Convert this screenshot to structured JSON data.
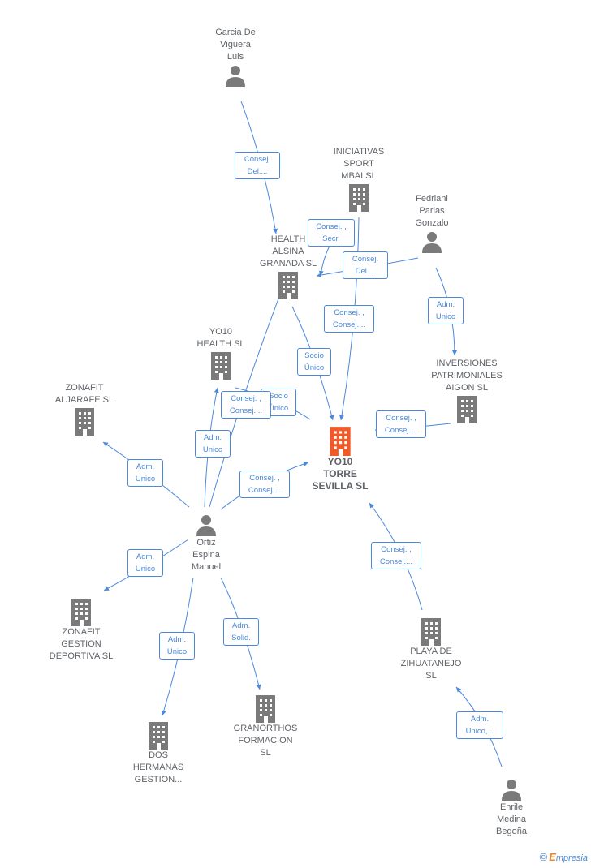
{
  "nodes": {
    "garcia": {
      "label": "Garcia De\nViguera\nLuis",
      "kind": "person"
    },
    "iniciativas": {
      "label": "INICIATIVAS\nSPORT\nMBAI SL",
      "kind": "company"
    },
    "fedriani": {
      "label": "Fedriani\nParias\nGonzalo",
      "kind": "person"
    },
    "health_alsina": {
      "label": "HEALTH\nALSINA\nGRANADA SL",
      "kind": "company"
    },
    "yo10_health": {
      "label": "YO10\nHEALTH SL",
      "kind": "company"
    },
    "zonafit_aljarafe": {
      "label": "ZONAFIT\nALJARAFE SL",
      "kind": "company"
    },
    "inversiones": {
      "label": "INVERSIONES\nPATRIMONIALES\nAIGON SL",
      "kind": "company"
    },
    "yo10_torre": {
      "label": "YO10\nTORRE\nSEVILLA SL",
      "kind": "main"
    },
    "ortiz": {
      "label": "Ortiz\nEspina\nManuel",
      "kind": "person"
    },
    "zonafit_gestion": {
      "label": "ZONAFIT\nGESTION\nDEPORTIVA SL",
      "kind": "company"
    },
    "dos_hermanas": {
      "label": "DOS\nHERMANAS\nGESTION...",
      "kind": "company"
    },
    "granorthos": {
      "label": "GRANORTHOS\nFORMACION\nSL",
      "kind": "company"
    },
    "playa": {
      "label": "PLAYA DE\nZIHUATANEJO\nSL",
      "kind": "company"
    },
    "enrile": {
      "label": "Enrile\nMedina\nBegoña",
      "kind": "person"
    }
  },
  "relations": {
    "garcia_health": "Consej.\nDel....",
    "iniciativas_health": "Consej. ,\nSecr.",
    "fedriani_health": "Consej.\nDel....",
    "iniciativas_torre": "Consej. ,\nConsej....",
    "fedriani_inversiones": "Adm.\nUnico",
    "health_torre": "Socio\nÚnico",
    "yo10health_torre": "Socio\nÚnico",
    "ortiz_yo10health_consej": "Consej. ,\nConsej....",
    "inversiones_torre": "Consej. ,\nConsej....",
    "ortiz_yo10health_adm": "Adm.\nUnico",
    "ortiz_aljarafe": "Adm.\nUnico",
    "ortiz_torre": "Consej. ,\nConsej....",
    "ortiz_zonafit_gestion": "Adm.\nUnico",
    "ortiz_dos_hermanas": "Adm.\nUnico",
    "ortiz_granorthos": "Adm.\nSolid.",
    "playa_torre": "Consej. ,\nConsej....",
    "enrile_playa": "Adm.\nUnico,..."
  },
  "footer": {
    "copyright": "©",
    "brand_initial": "E",
    "brand_rest": "mpresia"
  },
  "colors": {
    "edge": "#4a89dc",
    "node": "#7a7a7a",
    "main": "#f05a28"
  }
}
